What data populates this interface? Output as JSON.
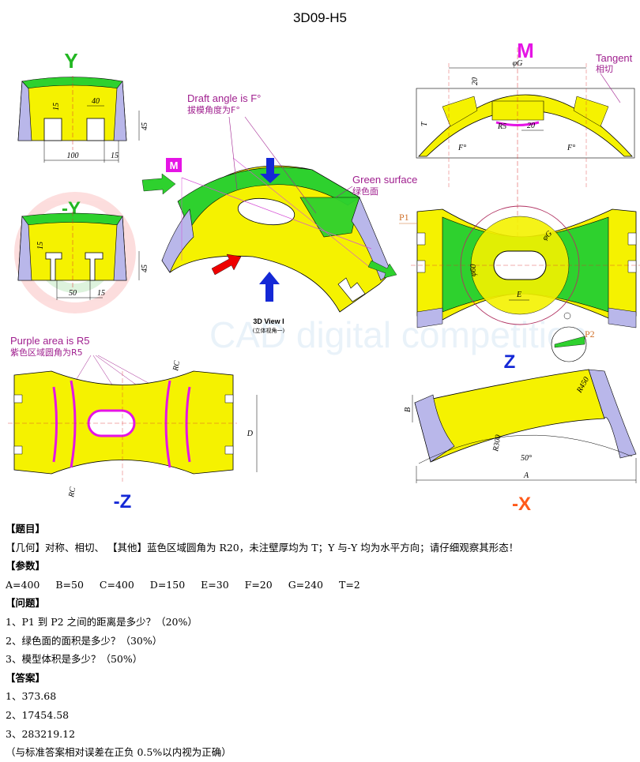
{
  "title": "3D09-H5",
  "views": {
    "y_label": "Y",
    "neg_y_label": "-Y",
    "m_label": "M",
    "z_label": "Z",
    "neg_z_label": "-Z",
    "neg_x_label": "-X",
    "view3d_label": "3D View I",
    "view3d_label_cn": "(立体视角一)"
  },
  "annotations": {
    "draft_angle": "Draft angle is F°",
    "draft_angle_cn": "拔模角度为F°",
    "green_surface": "Green surface",
    "green_surface_cn": "绿色面",
    "purple_area": "Purple area is R5",
    "purple_area_cn": "紫色区域圆角为R5",
    "tangent": "Tangent",
    "tangent_cn": "相切",
    "p1": "P1",
    "p2": "P2",
    "watermark": "CAD digital competition"
  },
  "dimensions": {
    "y_15": "15",
    "y_40": "40",
    "y_45": "45",
    "y_100": "100",
    "y_15b": "15",
    "ny_15": "15",
    "ny_45": "45",
    "ny_50": "50",
    "ny_15b": "15",
    "m_20": "20",
    "m_g": "φG",
    "m_t": "T",
    "m_r5": "R5",
    "m_20b": "20",
    "m_f1": "F°",
    "m_f2": "F°",
    "z_60": "φ60",
    "z_g": "φG",
    "z_e": "E",
    "x_r450": "R450",
    "x_b": "B",
    "x_r300": "R300",
    "x_50": "50°",
    "x_a": "A",
    "nz_rc1": "RC",
    "nz_rc2": "RC",
    "nz_d": "D"
  },
  "text": {
    "h_topic": "【题目】",
    "geometry_line": "【几何】对称、相切、 【其他】蓝色区域圆角为 R20，未注壁厚均为 T；Y 与-Y 均为水平方向；请仔细观察其形态！",
    "h_params": "【参数】",
    "params": [
      "A=400",
      "B=50",
      "C=400",
      "D=150",
      "E=30",
      "F=20",
      "G=240",
      "T=2"
    ],
    "h_questions": "【问题】",
    "questions": [
      "1、P1 到 P2 之间的距离是多少？（20%）",
      "2、绿色面的面积是多少？（30%）",
      "3、模型体积是多少？（50%）"
    ],
    "h_answers": "【答案】",
    "answers": [
      "1、373.68",
      "2、17454.58",
      "3、283219.12"
    ],
    "note": "（与标准答案相对误差在正负 0.5%以内视为正确）"
  },
  "colors": {
    "yellow": "#f5f200",
    "green": "#2ed12e",
    "lavender": "#b9b7ea",
    "magenta": "#e514e5",
    "blue_axis": "#1428d6",
    "green_axis": "#22b722",
    "orange_axis": "#ff5a1a"
  }
}
